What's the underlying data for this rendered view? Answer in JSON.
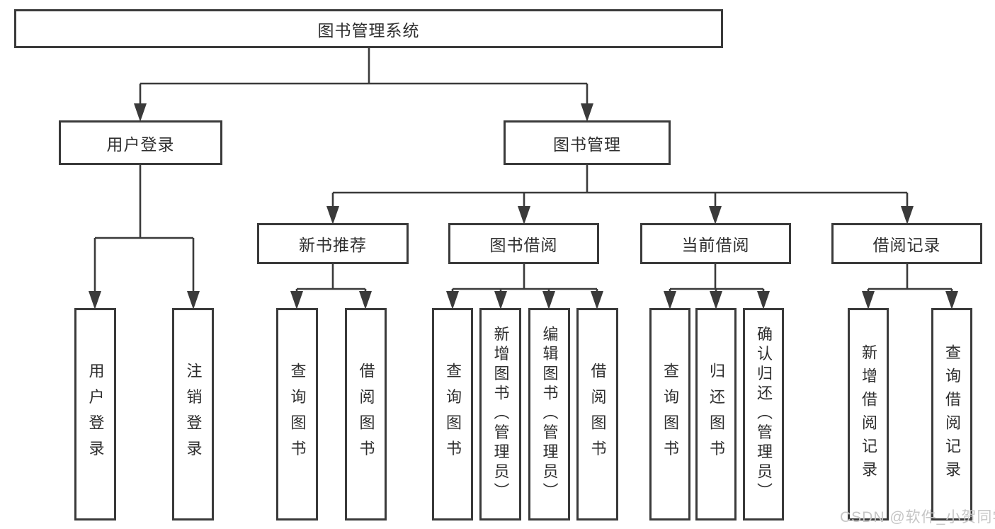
{
  "tree": {
    "root": {
      "label": "图书管理系统"
    },
    "branches": [
      {
        "label": "用户登录",
        "leaves": [
          "用户登录",
          "注销登录"
        ]
      },
      {
        "label": "图书管理",
        "groups": [
          {
            "label": "新书推荐",
            "leaves": [
              "查询图书",
              "借阅图书"
            ]
          },
          {
            "label": "图书借阅",
            "leaves": [
              "查询图书",
              "新增图书（管理员）",
              "编辑图书（管理员）",
              "借阅图书"
            ]
          },
          {
            "label": "当前借阅",
            "leaves": [
              "查询图书",
              "归还图书",
              "确认归还（管理员）"
            ]
          },
          {
            "label": "借阅记录",
            "leaves": [
              "新增借阅记录",
              "查询借阅记录"
            ]
          }
        ]
      }
    ]
  },
  "watermark": {
    "text": "CSDN @软件_小贺同学"
  },
  "colors": {
    "line": "#3a3a3a",
    "text": "#2e2e2e",
    "watermark": "#c6c6c6",
    "background": "#ffffff"
  }
}
